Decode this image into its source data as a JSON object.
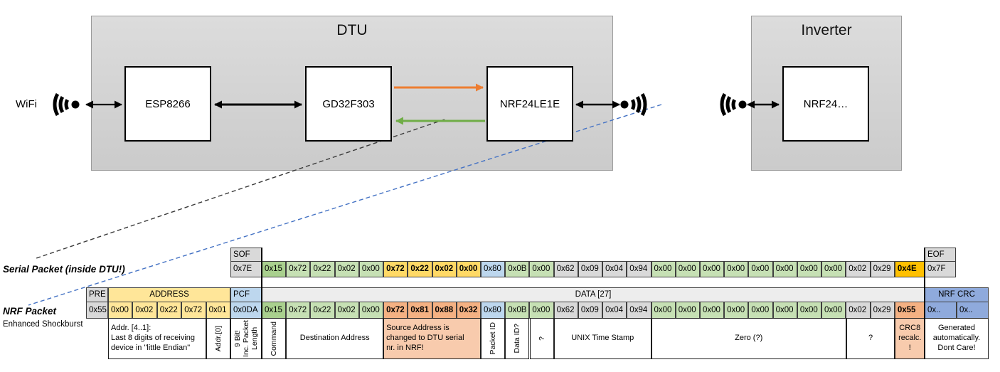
{
  "diagram": {
    "wifi_label": "WiFi",
    "dtu_title": "DTU",
    "dtu_components": [
      "ESP8266",
      "GD32F303",
      "NRF24LE1E"
    ],
    "inverter_title": "Inverter",
    "inverter_component": "NRF24…",
    "arrow_colors": {
      "uart_tx": "#ED7D31",
      "uart_rx": "#70AD47",
      "link": "#000000",
      "serial_trace": "#3a3a3a",
      "radio_trace": "#4472C4"
    }
  },
  "serial_packet": {
    "label": "Serial Packet (inside DTU!)",
    "sof_header": "SOF",
    "sof_value": "0x7E",
    "eof_header": "EOF",
    "eof_value": "0x7F",
    "bytes": [
      {
        "v": "0x15",
        "c": "green_dark"
      },
      {
        "v": "0x72",
        "c": "green_light"
      },
      {
        "v": "0x22",
        "c": "green_light"
      },
      {
        "v": "0x02",
        "c": "green_light"
      },
      {
        "v": "0x00",
        "c": "green_light"
      },
      {
        "v": "0x72",
        "c": "gold",
        "b": true
      },
      {
        "v": "0x22",
        "c": "gold",
        "b": true
      },
      {
        "v": "0x02",
        "c": "gold",
        "b": true
      },
      {
        "v": "0x00",
        "c": "gold",
        "b": true
      },
      {
        "v": "0x80",
        "c": "blue_light"
      },
      {
        "v": "0x0B",
        "c": "green_light"
      },
      {
        "v": "0x00",
        "c": "green_light"
      },
      {
        "v": "0x62",
        "c": "gray"
      },
      {
        "v": "0x09",
        "c": "gray"
      },
      {
        "v": "0x04",
        "c": "gray"
      },
      {
        "v": "0x94",
        "c": "gray"
      },
      {
        "v": "0x00",
        "c": "green_light"
      },
      {
        "v": "0x00",
        "c": "green_light"
      },
      {
        "v": "0x00",
        "c": "green_light"
      },
      {
        "v": "0x00",
        "c": "green_light"
      },
      {
        "v": "0x00",
        "c": "green_light"
      },
      {
        "v": "0x00",
        "c": "green_light"
      },
      {
        "v": "0x00",
        "c": "green_light"
      },
      {
        "v": "0x00",
        "c": "green_light"
      },
      {
        "v": "0x02",
        "c": "gray"
      },
      {
        "v": "0x29",
        "c": "gray"
      },
      {
        "v": "0x4E",
        "c": "amber",
        "b": true
      }
    ]
  },
  "nrf_packet": {
    "label": "NRF Packet",
    "sublabel": "Enhanced Shockburst",
    "pre_header": "PRE",
    "pre_value": "0x55",
    "address_header": "ADDRESS",
    "address_values": [
      "0x00",
      "0x02",
      "0x22",
      "0x72",
      "0x01"
    ],
    "pcf_header": "PCF",
    "pcf_value": "0x0DA",
    "data_header": "DATA [27]",
    "bytes": [
      {
        "v": "0x15",
        "c": "green_dark"
      },
      {
        "v": "0x72",
        "c": "green_light"
      },
      {
        "v": "0x22",
        "c": "green_light"
      },
      {
        "v": "0x02",
        "c": "green_light"
      },
      {
        "v": "0x00",
        "c": "green_light"
      },
      {
        "v": "0x72",
        "c": "salmon",
        "b": true
      },
      {
        "v": "0x81",
        "c": "salmon",
        "b": true
      },
      {
        "v": "0x88",
        "c": "salmon",
        "b": true
      },
      {
        "v": "0x32",
        "c": "salmon",
        "b": true
      },
      {
        "v": "0x80",
        "c": "blue_light"
      },
      {
        "v": "0x0B",
        "c": "green_light"
      },
      {
        "v": "0x00",
        "c": "green_light"
      },
      {
        "v": "0x62",
        "c": "gray"
      },
      {
        "v": "0x09",
        "c": "gray"
      },
      {
        "v": "0x04",
        "c": "gray"
      },
      {
        "v": "0x94",
        "c": "gray"
      },
      {
        "v": "0x00",
        "c": "green_light"
      },
      {
        "v": "0x00",
        "c": "green_light"
      },
      {
        "v": "0x00",
        "c": "green_light"
      },
      {
        "v": "0x00",
        "c": "green_light"
      },
      {
        "v": "0x00",
        "c": "green_light"
      },
      {
        "v": "0x00",
        "c": "green_light"
      },
      {
        "v": "0x00",
        "c": "green_light"
      },
      {
        "v": "0x00",
        "c": "green_light"
      },
      {
        "v": "0x02",
        "c": "gray"
      },
      {
        "v": "0x29",
        "c": "gray"
      },
      {
        "v": "0x55",
        "c": "salmon",
        "b": true
      }
    ],
    "crc_header": "NRF CRC",
    "crc_values": [
      "0x..",
      "0x.."
    ]
  },
  "annotations": [
    {
      "text": "Addr. [4..1]:\nLast 8 digits of receiving\ndevice in \"little Endian\"",
      "style": "left"
    },
    {
      "text": "Addr.[0]",
      "style": "vertical"
    },
    {
      "text": "9 Bit!\nInc. Packet\nLength",
      "style": "vertical"
    },
    {
      "text": "Command",
      "style": "vertical"
    },
    {
      "text": "Destination Address",
      "style": "center"
    },
    {
      "text": "Source Address is\nchanged to DTU serial\nnr. in NRF!",
      "style": "left",
      "highlight": true
    },
    {
      "text": "Packet ID",
      "style": "vertical"
    },
    {
      "text": "Data ID?",
      "style": "vertical"
    },
    {
      "text": "?",
      "style": "vertical"
    },
    {
      "text": "UNIX Time Stamp",
      "style": "center"
    },
    {
      "text": "Zero (?)",
      "style": "center"
    },
    {
      "text": "?",
      "style": "center"
    },
    {
      "text": "CRC8\nrecalc.\n!",
      "style": "center",
      "highlight": true
    },
    {
      "text": "Generated\nautomatically.\nDont Care!",
      "style": "center"
    }
  ],
  "colors": {
    "green_light": "#C6E0B4",
    "green_dark": "#A9D08E",
    "gray": "#D9D9D9",
    "yellow": "#FFE699",
    "blue_light": "#BDD7EE",
    "blue_medium": "#8FAADC",
    "gold": "#FFD966",
    "amber": "#FFC000",
    "salmon": "#F4B183",
    "salmon_light": "#F8CBAD",
    "data_header": "#EDEDED"
  }
}
